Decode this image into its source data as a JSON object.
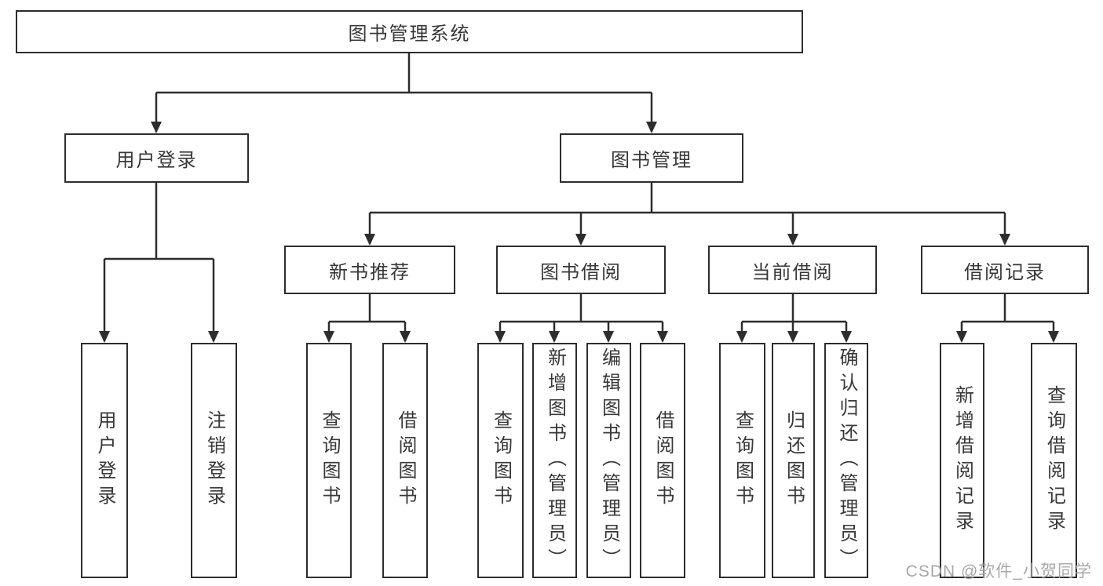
{
  "colors": {
    "line": "#2d2d2d",
    "box_border": "#2d2d2d",
    "text": "#383838",
    "watermark": "#a3a3a3",
    "background": "#ffffff"
  },
  "watermark": "CSDN @软件_小贺同学",
  "tree": {
    "root": "图书管理系统",
    "login": {
      "label": "用户登录",
      "children": [
        "用户登录",
        "注销登录"
      ]
    },
    "management": {
      "label": "图书管理",
      "sections": [
        {
          "label": "新书推荐",
          "children": [
            "查询图书",
            "借阅图书"
          ]
        },
        {
          "label": "图书借阅",
          "children": [
            "查询图书",
            "新增图书（管理员）",
            "编辑图书（管理员）",
            "借阅图书"
          ]
        },
        {
          "label": "当前借阅",
          "children": [
            "查询图书",
            "归还图书",
            "确认归还（管理员）"
          ]
        },
        {
          "label": "借阅记录",
          "children": [
            "新增借阅记录",
            "查询借阅记录"
          ]
        }
      ]
    }
  }
}
